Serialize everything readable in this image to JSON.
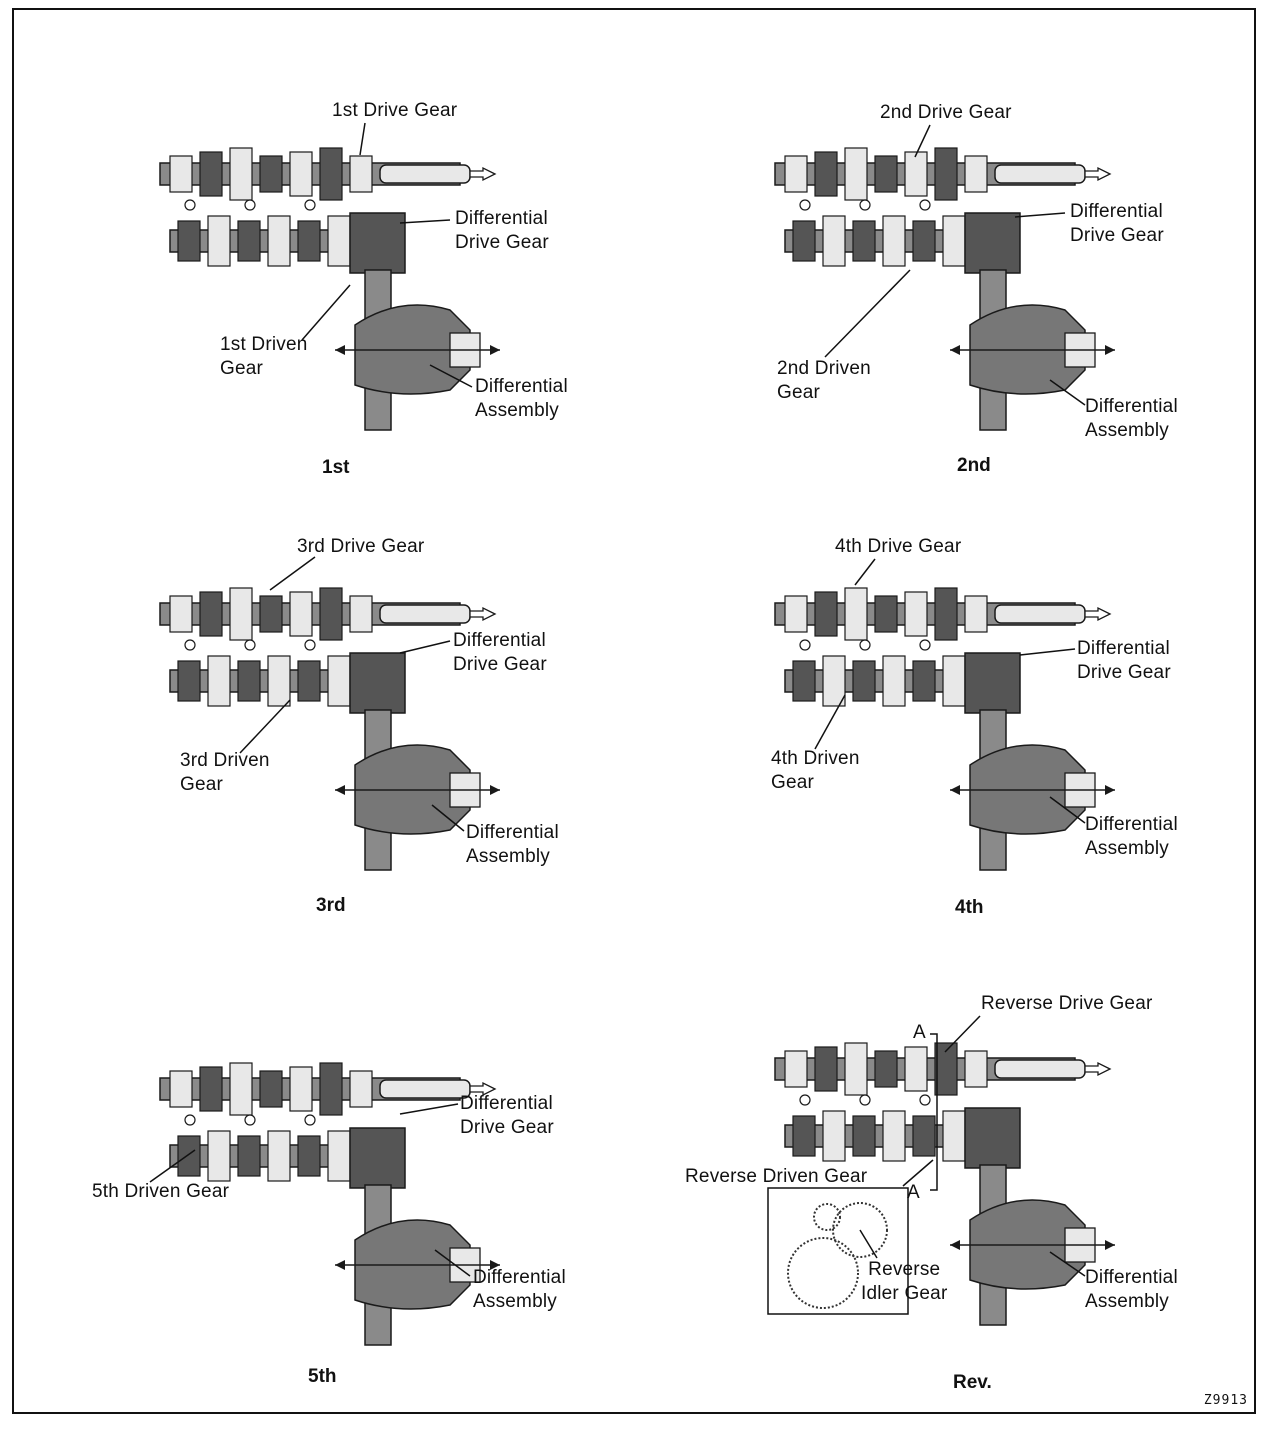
{
  "figure_id": "Z9913",
  "panels": [
    {
      "caption": "1st",
      "labels": {
        "drive_gear": "1st Drive Gear",
        "diff_drive_1": "Differential",
        "diff_drive_2": "Drive Gear",
        "driven_1": "1st Driven",
        "driven_2": "Gear",
        "diff_asm_1": "Differential",
        "diff_asm_2": "Assembly"
      }
    },
    {
      "caption": "2nd",
      "labels": {
        "drive_gear": "2nd Drive Gear",
        "diff_drive_1": "Differential",
        "diff_drive_2": "Drive Gear",
        "driven_1": "2nd Driven",
        "driven_2": "Gear",
        "diff_asm_1": "Differential",
        "diff_asm_2": "Assembly"
      }
    },
    {
      "caption": "3rd",
      "labels": {
        "drive_gear": "3rd Drive Gear",
        "diff_drive_1": "Differential",
        "diff_drive_2": "Drive Gear",
        "driven_1": "3rd Driven",
        "driven_2": "Gear",
        "diff_asm_1": "Differential",
        "diff_asm_2": "Assembly"
      }
    },
    {
      "caption": "4th",
      "labels": {
        "drive_gear": "4th Drive Gear",
        "diff_drive_1": "Differential",
        "diff_drive_2": "Drive Gear",
        "driven_1": "4th Driven",
        "driven_2": "Gear",
        "diff_asm_1": "Differential",
        "diff_asm_2": "Assembly"
      }
    },
    {
      "caption": "5th",
      "labels": {
        "driven_line": "5th Driven Gear",
        "diff_drive_1": "Differential",
        "diff_drive_2": "Drive Gear",
        "diff_asm_1": "Differential",
        "diff_asm_2": "Assembly"
      }
    },
    {
      "caption": "Rev.",
      "labels": {
        "drive_gear": "Reverse Drive Gear",
        "driven_line": "Reverse Driven Gear",
        "idler_1": "Reverse",
        "idler_2": "Idler Gear",
        "diff_asm_1": "Differential",
        "diff_asm_2": "Assembly",
        "section_a_top": "A",
        "section_a_bottom": "A"
      }
    }
  ]
}
